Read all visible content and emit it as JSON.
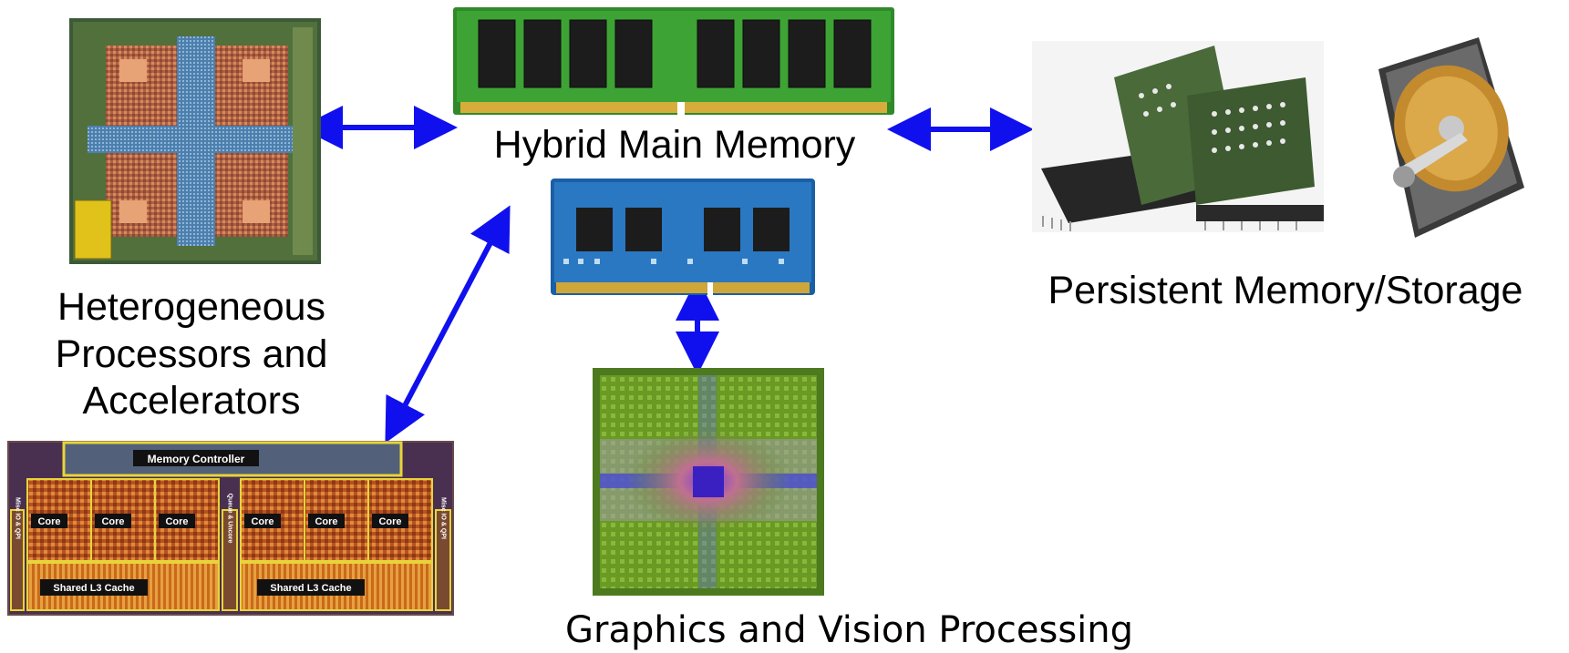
{
  "captions": {
    "hybrid_memory": "Hybrid Main Memory",
    "heterogeneous": [
      "Heterogeneous",
      "Processors and",
      "Accelerators"
    ],
    "persistent": "Persistent Memory/Storage",
    "graphics": "Graphics and Vision Processing"
  },
  "cpu_die": {
    "memory_controller": "Memory Controller",
    "core": "Core",
    "shared_l3": "Shared L3 Cache",
    "side_left": "Misc IO & QPI",
    "side_middle": "Queue & Uncore",
    "side_right": "Misc IO & QPI"
  },
  "colors": {
    "arrow": "#1010ee",
    "die_border": "#e8d43a"
  },
  "icons": [
    "processor-die-icon",
    "dram-module-icon",
    "sodimm-module-icon",
    "flash-chip-icon",
    "hard-disk-icon",
    "gpu-die-icon",
    "multicore-cpu-die-icon"
  ]
}
